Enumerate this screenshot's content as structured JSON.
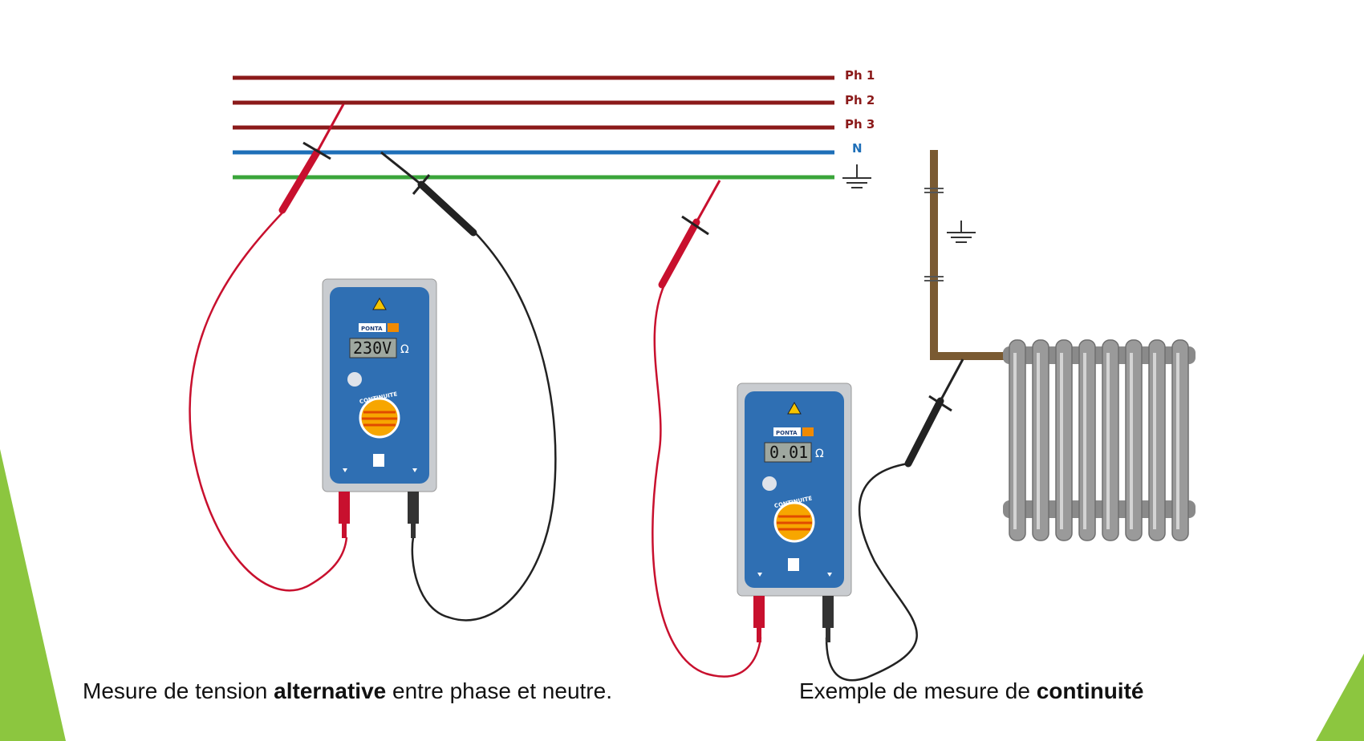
{
  "busbars": [
    {
      "label": "Ph 1",
      "color": "#8b1a1a"
    },
    {
      "label": "Ph 2",
      "color": "#8b1a1a"
    },
    {
      "label": "Ph 3",
      "color": "#8b1a1a"
    },
    {
      "label": "N",
      "color": "#1e6fb8"
    },
    {
      "label": "",
      "color": "#3aa53a",
      "symbol": "ground-icon"
    }
  ],
  "tester_left": {
    "brand": "PONTA",
    "display": "230V",
    "unit": "Ω",
    "button": "CONTINUITE"
  },
  "tester_right": {
    "brand": "PONTA",
    "display": "0.01",
    "unit": "Ω",
    "button": "CONTINUITE"
  },
  "colors": {
    "probe_red": "#c8102e",
    "probe_black": "#222222",
    "tester_body": "#2f6fb3",
    "ground_pipe": "#7a5a32",
    "radiator": "#9a9a9a",
    "accent_green": "#8cc63f"
  },
  "captions": {
    "left_pre": "Mesure de tension ",
    "left_bold": "alternative",
    "left_post": " entre phase et neutre.",
    "right_pre": "Exemple de mesure de ",
    "right_bold": "continuité"
  }
}
